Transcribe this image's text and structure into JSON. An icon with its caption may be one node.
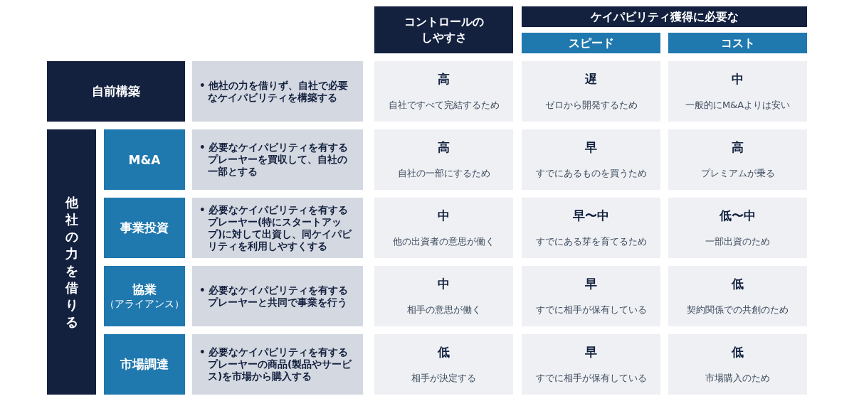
{
  "diagram": {
    "nodes": [
      {
        "text": [
          "コントロールのしやすさ"
        ]
      },
      {
        "text": [
          "ケイパビリティ獲得に必要な"
        ]
      },
      {
        "text": [
          "スピード"
        ]
      },
      {
        "text": [
          "コスト"
        ]
      },
      {
        "text": [
          "自前構築"
        ]
      },
      {
        "text": [
          "• 他社の力を借りず、自社で必要なケイパビリティを構築する"
        ]
      },
      {
        "text": [
          "高",
          "自社ですべて完結するため"
        ]
      },
      {
        "text": [
          "遅",
          "ゼロから開発するため"
        ]
      },
      {
        "text": [
          "中",
          "一般的にM&Aよりは安い"
        ]
      },
      {
        "text": [
          "他社の力を借りる"
        ]
      },
      {
        "text": [
          "M&A"
        ]
      },
      {
        "text": [
          "• 必要なケイパビリティを有するプレーヤーを買収して、自社の一部とする"
        ]
      },
      {
        "text": [
          "高",
          "自社の一部にするため"
        ]
      },
      {
        "text": [
          "早",
          "すでにあるものを買うため"
        ]
      },
      {
        "text": [
          "高",
          "プレミアムが乗る"
        ]
      },
      {
        "text": [
          "事業投資"
        ]
      },
      {
        "text": [
          "• 必要なケイパビリティを有するプレーヤー(特にスタートアップ)に対して出資し、同ケイパビリティを利用しやすくする"
        ]
      },
      {
        "text": [
          "中",
          "他の出資者の意思が働く"
        ]
      },
      {
        "text": [
          "早〜中",
          "すでにある芽を育てるため"
        ]
      },
      {
        "text": [
          "低〜中",
          "一部出資のため"
        ]
      },
      {
        "text": [
          "協業",
          "（アライアンス）"
        ]
      },
      {
        "text": [
          "• 必要なケイパビリティを有するプレーヤーと共同で事業を行う"
        ]
      },
      {
        "text": [
          "中",
          "相手の意思が働く"
        ]
      },
      {
        "text": [
          "早",
          "すでに相手が保有している"
        ]
      },
      {
        "text": [
          "低",
          "契約関係での共創のため"
        ]
      },
      {
        "text": [
          "市場調達"
        ]
      },
      {
        "text": [
          "• 必要なケイパビリティを有するプレーヤーの商品(製品やサービス)を市場から購入する"
        ]
      },
      {
        "text": [
          "低",
          "相手が決定する"
        ]
      },
      {
        "text": [
          "早",
          "すでに相手が保有している"
        ]
      },
      {
        "text": [
          "低",
          "市場購入のため"
        ]
      }
    ]
  }
}
